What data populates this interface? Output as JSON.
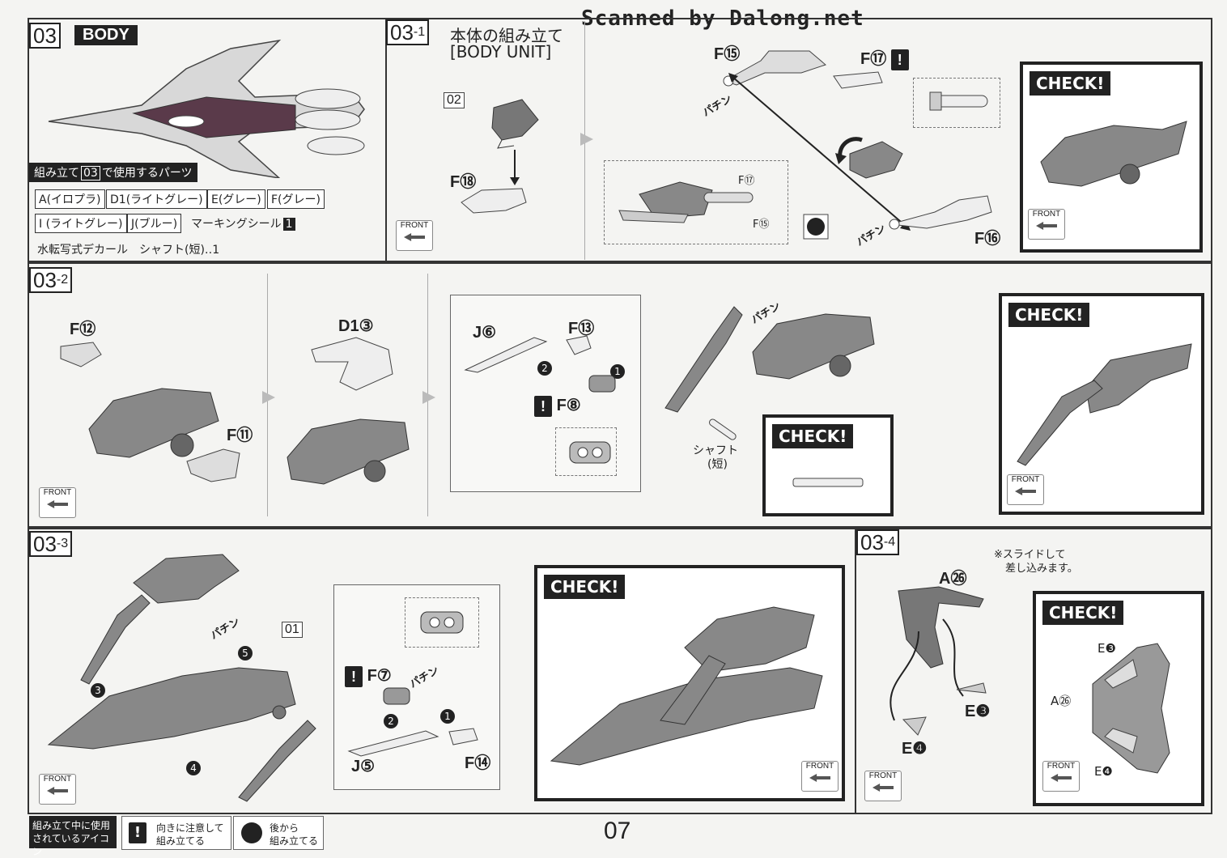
{
  "watermark": "Scanned by Dalong.net",
  "page_number": "07",
  "section03": {
    "step": "03",
    "title": "BODY",
    "parts_header_prefix": "組み立て",
    "parts_header_step": "03",
    "parts_header_suffix": "で使用するパーツ",
    "parts": [
      "A(イロプラ)",
      "D1(ライトグレー)",
      "E(グレー)",
      "F(グレー)",
      "I (ライトグレー)",
      "J(ブルー)"
    ],
    "marking_seal": "マーキングシール",
    "marking_seal_no": "1",
    "extra": "水転写式デカール　シャフト(短)‥1"
  },
  "step03_1": {
    "no": "03",
    "sub": "-1",
    "title_jp": "本体の組み立て",
    "title_en": "[BODY UNIT]",
    "tag02": "02",
    "labels": {
      "f18": "F⑱",
      "f15": "F⑮",
      "f17": "F⑰",
      "f16": "F⑯",
      "f17s": "F⑰",
      "f15s": "F⑮"
    },
    "pachin": "パチン"
  },
  "step03_2": {
    "no": "03",
    "sub": "-2",
    "labels": {
      "f12": "F⑫",
      "f11": "F⑪",
      "d13": "D1③",
      "j6": "J⑥",
      "f13": "F⑬",
      "f8": "F⑧"
    },
    "shaft_line1": "シャフト",
    "shaft_line2": "(短)",
    "pachin": "パチン"
  },
  "step03_3": {
    "no": "03",
    "sub": "-3",
    "tag01": "01",
    "labels": {
      "f7": "F⑦",
      "j5": "J⑤",
      "f14": "F⑭"
    },
    "pachin": "パチン"
  },
  "step03_4": {
    "no": "03",
    "sub": "-4",
    "note1": "※スライドして",
    "note2": "差し込みます。",
    "labels": {
      "a26": "A㉖",
      "e3": "E❸",
      "e4": "E❹",
      "ce3": "E❸",
      "ca26": "A㉖",
      "ce4": "E❹"
    }
  },
  "check_label": "CHECK!",
  "front_label": "FRONT",
  "legend": {
    "title1": "組み立て中に使用",
    "title2": "されているアイコン",
    "icon1_line1": "向きに注意して",
    "icon1_line2": "組み立てる",
    "icon2_line1": "後から",
    "icon2_line2": "組み立てる"
  },
  "step_marks": {
    "one": "1",
    "two": "2",
    "three": "3",
    "four": "4",
    "five": "5"
  }
}
